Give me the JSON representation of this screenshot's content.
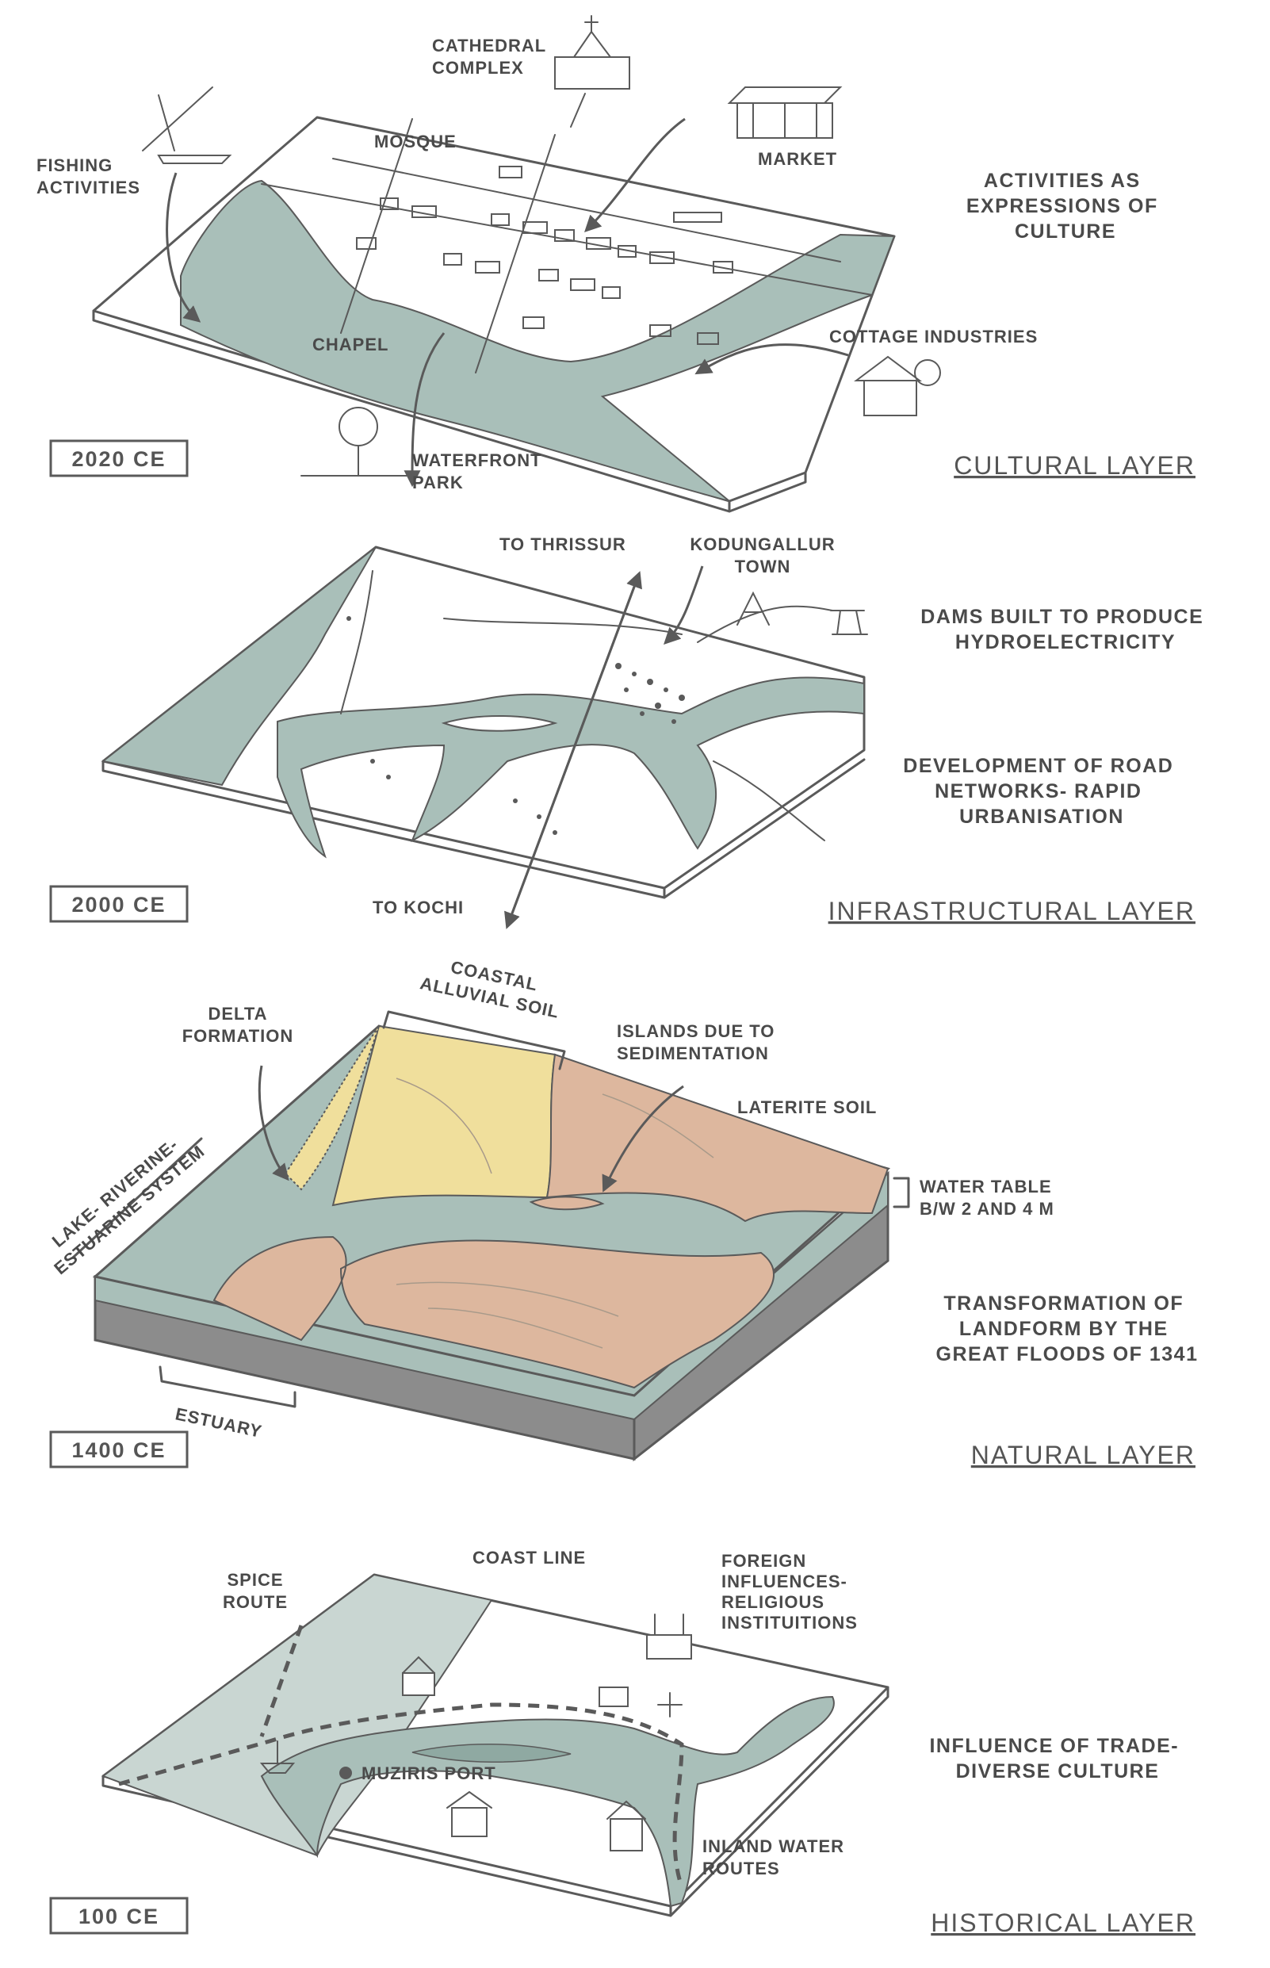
{
  "colors": {
    "water": "#a9bfb9",
    "water_light": "#c9d6d2",
    "alluvial_soil": "#f0df9c",
    "laterite_soil": "#ddb79e",
    "strata": "#8c8c8c",
    "ink": "#5a5a5a",
    "paper": "#ffffff"
  },
  "layers": [
    {
      "id": "cultural",
      "title": "CULTURAL LAYER",
      "date": "2020 CE",
      "side_notes": [
        "ACTIVITIES AS",
        "EXPRESSIONS OF",
        "CULTURE"
      ],
      "labels": {
        "cathedral": [
          "CATHEDRAL",
          "COMPLEX"
        ],
        "mosque": "MOSQUE",
        "market": "MARKET",
        "fishing": [
          "FISHING",
          "ACTIVITIES"
        ],
        "chapel": "CHAPEL",
        "cottage": "COTTAGE INDUSTRIES",
        "waterfront": [
          "WATERFRONT",
          "PARK"
        ]
      }
    },
    {
      "id": "infrastructural",
      "title": "INFRASTRUCTURAL LAYER",
      "date": "2000 CE",
      "side_notes_top": [
        "DAMS BUILT TO PRODUCE",
        "HYDROELECTRICITY"
      ],
      "side_notes_bottom": [
        "DEVELOPMENT OF ROAD",
        "NETWORKS- RAPID",
        "URBANISATION"
      ],
      "labels": {
        "to_thrissur": "TO THRISSUR",
        "kodungallur": [
          "KODUNGALLUR",
          "TOWN"
        ],
        "to_kochi": "TO KOCHI"
      }
    },
    {
      "id": "natural",
      "title": "NATURAL LAYER",
      "date": "1400 CE",
      "side_notes": [
        "TRANSFORMATION OF",
        "LANDFORM BY THE",
        "GREAT FLOODS OF 1341"
      ],
      "labels": {
        "coastal": [
          "COASTAL",
          "ALLUVIAL SOIL"
        ],
        "delta": [
          "DELTA",
          "FORMATION"
        ],
        "islands": [
          "ISLANDS DUE TO",
          "SEDIMENTATION"
        ],
        "laterite": "LATERITE SOIL",
        "water_table": [
          "WATER TABLE",
          "B/W 2 AND 4 M"
        ],
        "lake_system": [
          "LAKE- RIVERINE-",
          "ESTUARINE SYSTEM"
        ],
        "estuary": "ESTUARY"
      }
    },
    {
      "id": "historical",
      "title": "HISTORICAL LAYER",
      "date": "100 CE",
      "side_notes": [
        "INFLUENCE OF TRADE-",
        "DIVERSE CULTURE"
      ],
      "labels": {
        "coast_line": "COAST LINE",
        "spice_route": [
          "SPICE",
          "ROUTE"
        ],
        "foreign": [
          "FOREIGN",
          "INFLUENCES-",
          "RELIGIOUS",
          "INSTITUITIONS"
        ],
        "muziris": "MUZIRIS PORT",
        "inland": [
          "INLAND WATER",
          "ROUTES"
        ]
      }
    }
  ]
}
